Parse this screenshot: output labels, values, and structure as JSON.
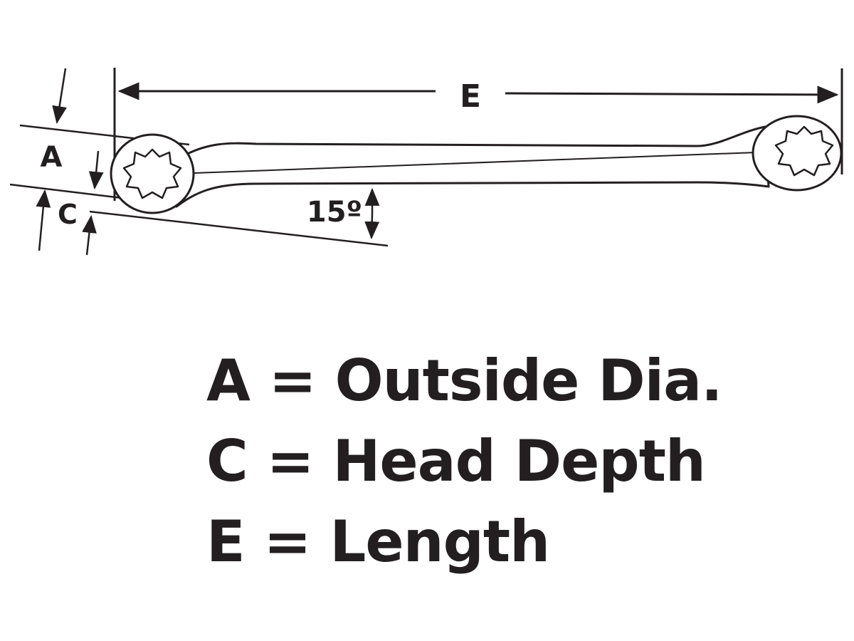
{
  "diagram": {
    "labels": {
      "a": "A",
      "c": "C",
      "e": "E",
      "angle": "15º"
    }
  },
  "legend": [
    {
      "text": "A = Outside Dia."
    },
    {
      "text": "C = Head Depth"
    },
    {
      "text": "E = Length"
    }
  ],
  "colors": {
    "ink": "#231f20",
    "background": "#ffffff"
  }
}
